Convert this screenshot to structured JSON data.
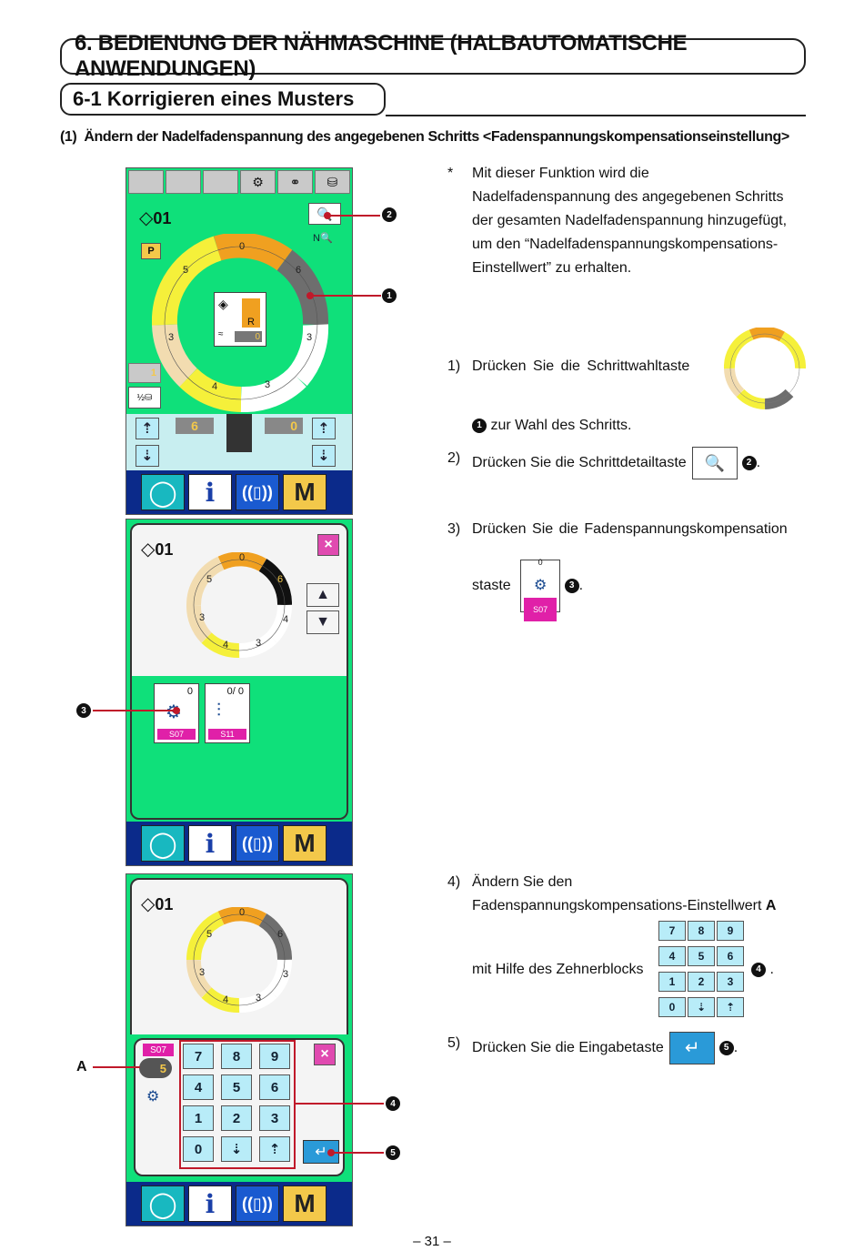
{
  "chapter_title": "6. BEDIENUNG DER NÄHMASCHINE (HALBAUTOMATISCHE ANWENDUNGEN)",
  "section_title": "6-1 Korrigieren eines Musters",
  "subheading": {
    "number": "(1)",
    "text": "Ändern der Nadelfadenspannung des angegebenen Schritts <Fadenspannungskompensationseinstellung>"
  },
  "note": {
    "bullet": "*",
    "lines": [
      "Mit dieser Funktion wird die",
      "Nadelfadenspannung des angegebenen Schritts",
      "der gesamten Nadelfadenspannung hinzugefügt,",
      "um den “Nadelfadenspannungskompensations-",
      "Einstellwert” zu erhalten."
    ]
  },
  "steps": {
    "s1_num": "1)",
    "s1_text": "Drücken Sie die Schrittwahltaste",
    "s1_cont": "zur Wahl des Schritts.",
    "s2_num": "2)",
    "s2_text": "Drücken Sie die Schrittdetailtaste",
    "s3_num": "3)",
    "s3_text": "Drücken Sie die Fadenspannungskompensation",
    "s3_cont": "staste",
    "s4_num": "4)",
    "s4_line1": "Ändern Sie den",
    "s4_line2": "Fadenspannungskompensations-Einstellwert",
    "s4_bold": "A",
    "s4_line3": "mit Hilfe des Zehnerblocks",
    "s5_num": "5)",
    "s5_text": "Drücken Sie die Eingabetaste",
    "period": "."
  },
  "badges": {
    "b1": "1",
    "b2": "2",
    "b3": "3",
    "b4": "4",
    "b5": "5"
  },
  "label_a": "A",
  "screen1": {
    "pattern_no": "01",
    "p_label": "P",
    "ring_values": [
      "0",
      "6",
      "3",
      "3",
      "4",
      "3",
      "5"
    ],
    "center_r": "R",
    "center_val": "0",
    "left_val": "1",
    "thread_left": "6",
    "thread_right": "0"
  },
  "screen2": {
    "pattern_no": "01",
    "ring_values": [
      "0",
      "6",
      "4",
      "3",
      "4",
      "3",
      "5"
    ],
    "tile1_val": "0",
    "tile1_tag": "S07",
    "tile2_val": "0/  0",
    "tile2_tag": "S11"
  },
  "screen3": {
    "pattern_no": "01",
    "ring_values": [
      "0",
      "6",
      "3",
      "3",
      "4",
      "3",
      "5"
    ],
    "s07_tag": "S07",
    "value": "5",
    "keypad": [
      "7",
      "8",
      "9",
      "4",
      "5",
      "6",
      "1",
      "2",
      "3",
      "0"
    ]
  },
  "icons": {
    "ready": "ready-icon",
    "info": "i",
    "comm": "communication-icon",
    "mode": "M",
    "close": "×",
    "up": "▲",
    "down": "▼"
  },
  "page_number": "– 31 –"
}
